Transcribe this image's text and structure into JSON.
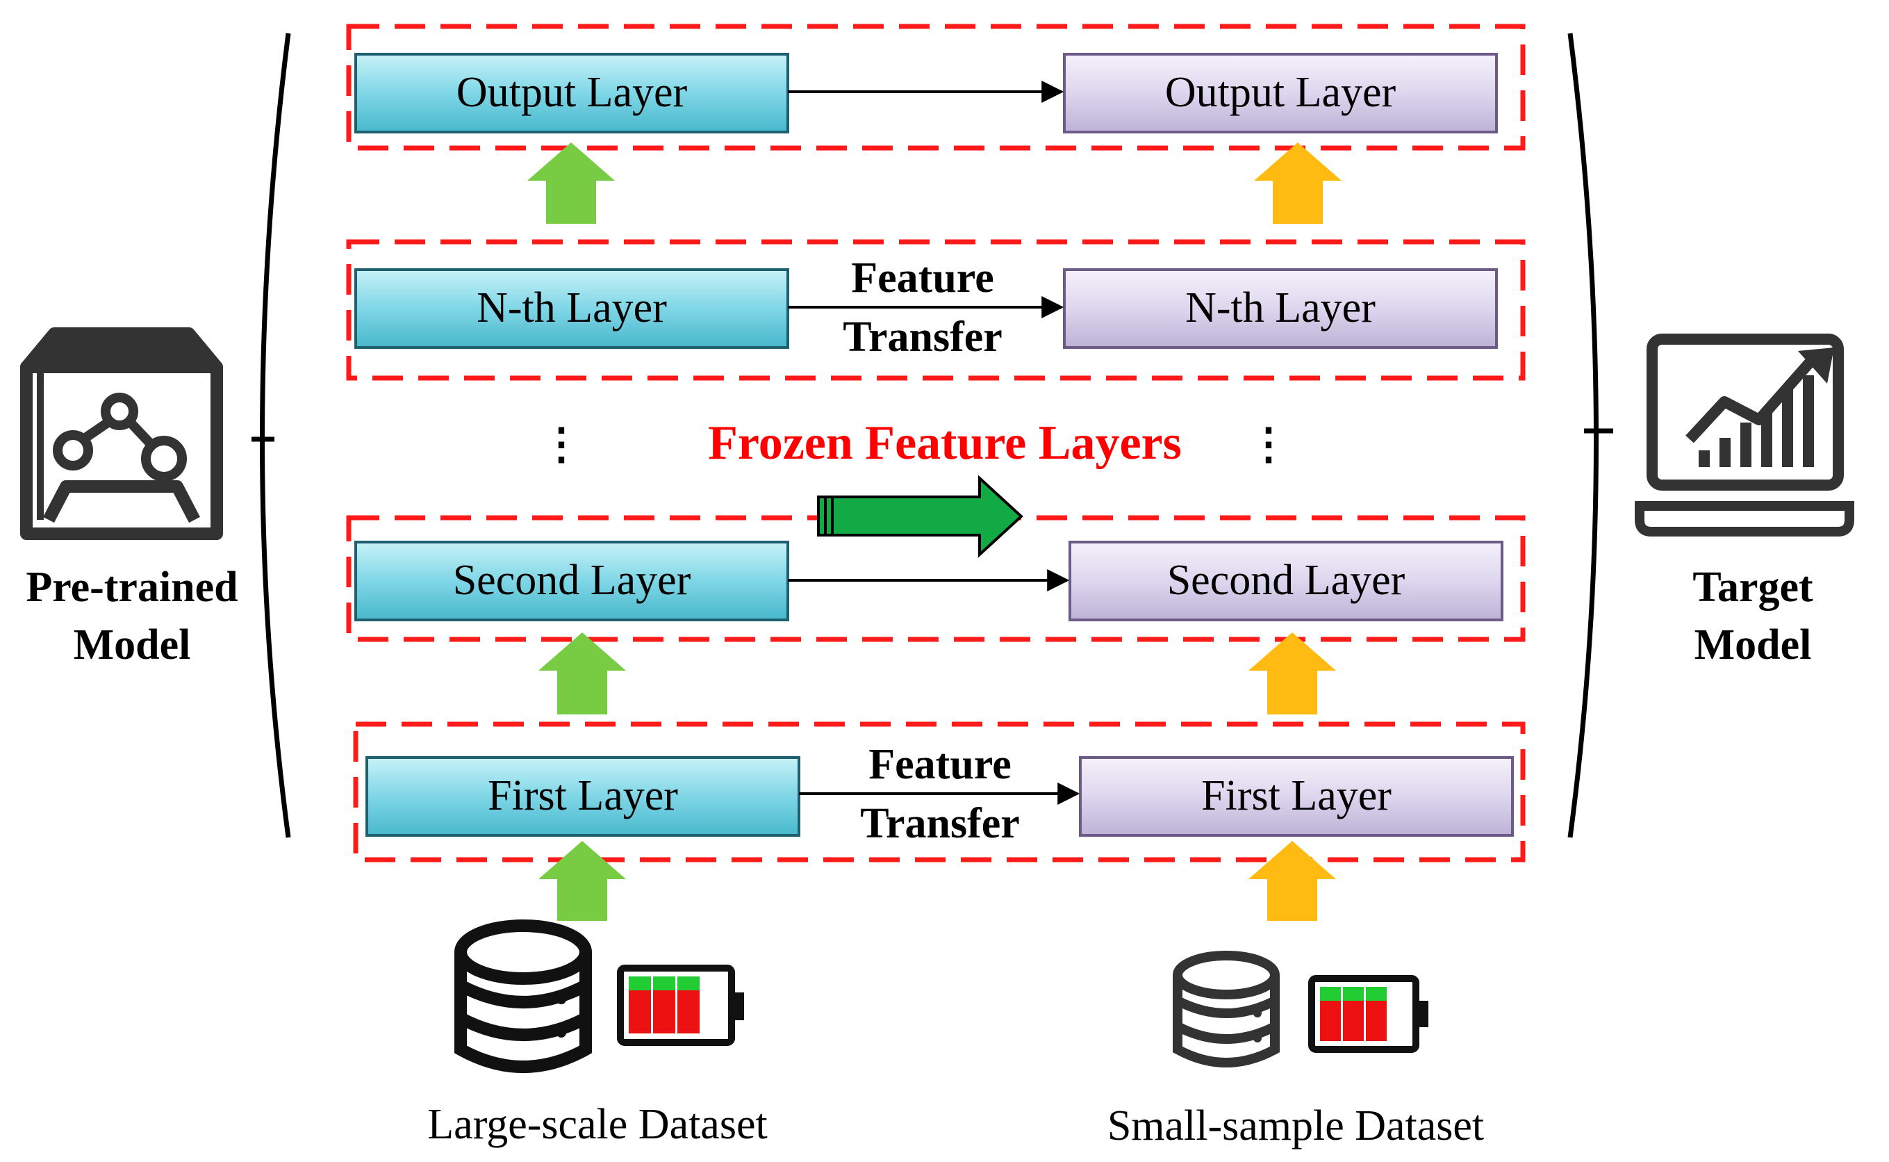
{
  "pretrained": {
    "label_line1": "Pre-trained",
    "label_line2": "Model",
    "icon": "model-box-icon"
  },
  "target": {
    "label_line1": "Target",
    "label_line2": "Model",
    "icon": "laptop-chart-icon"
  },
  "source_layers": {
    "output": "Output Layer",
    "nth": "N-th Layer",
    "second": "Second Layer",
    "first": "First Layer"
  },
  "target_layers": {
    "output": "Output Layer",
    "nth": "N-th Layer",
    "second": "Second Layer",
    "first": "First Layer"
  },
  "feature_transfer": {
    "line1": "Feature",
    "line2": "Transfer"
  },
  "frozen_label": "Frozen Feature Layers",
  "ellipsis": "⋮",
  "datasets": {
    "large": "Large-scale Dataset",
    "small": "Small-sample Dataset",
    "icon_database": "database-icon",
    "icon_battery": "battery-icon"
  },
  "colors": {
    "source_layer": "#7fd6e6",
    "target_layer": "#ddd6ee",
    "dashed_box": "#ff1a1a",
    "green_arrow": "#77cc44",
    "orange_arrow": "#ffbb11",
    "frozen_arrow": "#11aa44"
  }
}
